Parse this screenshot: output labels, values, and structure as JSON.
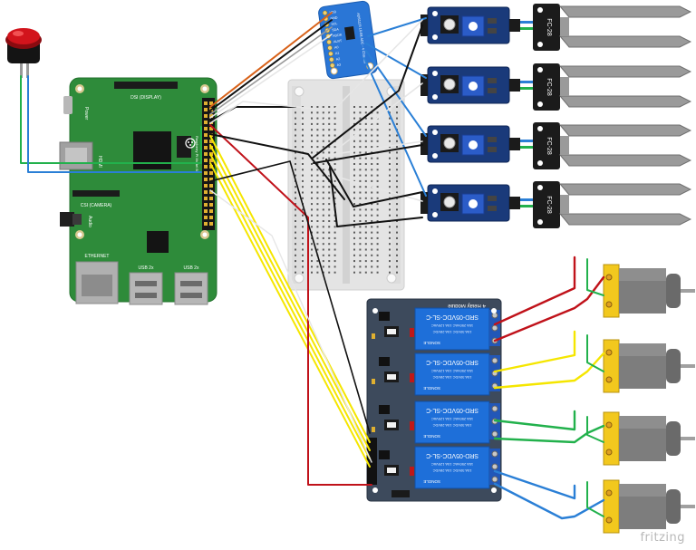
{
  "watermark": "fritzing",
  "raspberry_pi": {
    "display_label": "DSI (DISPLAY)",
    "camera_label": "CSI (CAMERA)",
    "power_label": "Power",
    "hdmi_label": "HDMI",
    "audio_label": "Audio",
    "ethernet_label": "ETHERNET",
    "usb_labels": [
      "USB 2x",
      "USB 2x"
    ],
    "board_text": "Raspberry Pi Model B"
  },
  "adc_module": {
    "text": "ADS1115 16-Bit ADC - 4 Channel",
    "pins": [
      "VDD",
      "GND",
      "SCL",
      "SDA",
      "ADDR",
      "ALRT",
      "A0",
      "A1",
      "A2",
      "A3"
    ]
  },
  "sensors": [
    {
      "label": "FC-28"
    },
    {
      "label": "FC-28"
    },
    {
      "label": "FC-28"
    },
    {
      "label": "FC-28"
    }
  ],
  "relay_module": {
    "title": "4 Relay Module",
    "relays": [
      {
        "model": "SRD-05VDC-SL-C",
        "rating1": "10A 250VAC 10A 125VAC",
        "rating2": "10A 30VDC 10A 28VDC",
        "brand": "SONGLE"
      },
      {
        "model": "SRD-05VDC-SL-C",
        "rating1": "10A 250VAC 10A 125VAC",
        "rating2": "10A 30VDC 10A 28VDC",
        "brand": "SONGLE"
      },
      {
        "model": "SRD-05VDC-SL-C",
        "rating1": "10A 250VAC 10A 125VAC",
        "rating2": "10A 30VDC 10A 28VDC",
        "brand": "SONGLE"
      },
      {
        "model": "SRD-05VDC-SL-C",
        "rating1": "10A 250VAC 10A 125VAC",
        "rating2": "10A 30VDC 10A 28VDC",
        "brand": "SONGLE"
      }
    ]
  },
  "colors": {
    "pi_green": "#2e8b3a",
    "relay_blue": "#1e6fd9",
    "relay_board": "#3d4a5c",
    "sensor_board": "#1a3a7a",
    "motor_yellow": "#f2c81e",
    "wire_red": "#c0121a",
    "wire_yellow": "#f5e600",
    "wire_green": "#22b14c",
    "wire_blue": "#2a7fd6",
    "wire_black": "#111111",
    "wire_white": "#e6e6e6",
    "wire_orange": "#d8621a"
  }
}
